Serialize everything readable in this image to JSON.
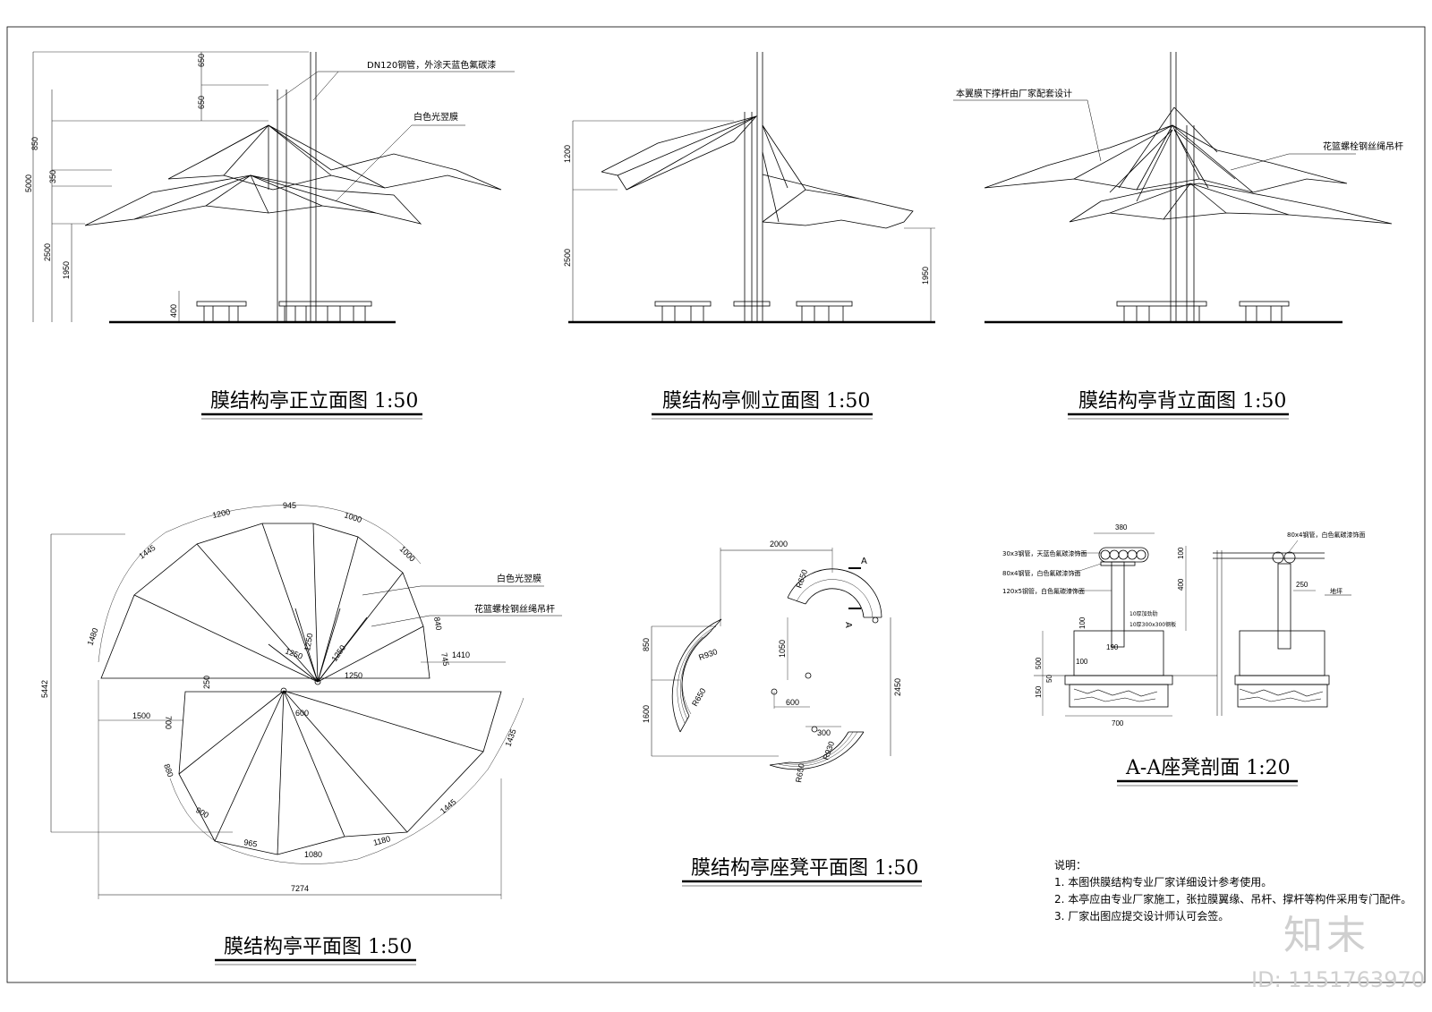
{
  "titles": {
    "front": "膜结构亭正立面图   1:50",
    "side": "膜结构亭侧立面图   1:50",
    "back": "膜结构亭背立面图   1:50",
    "plan": "膜结构亭平面图   1:50",
    "bench_plan": "膜结构亭座凳平面图   1:50",
    "section": "A-A座凳剖面   1:20"
  },
  "labels": {
    "steel_pipe": "DN120钢管，外涂天蓝色氟碳漆",
    "membrane": "白色光翌膜",
    "support": "本翼膜下撑杆由厂家配套设计",
    "rope": "花篮螺栓钢丝绳吊杆",
    "plan_membrane": "白色光翌膜",
    "plan_rope": "花篮螺栓钢丝绳吊杆",
    "sec_1": "30x3钢管，天蓝色氟碳漆饰面",
    "sec_2": "80x4钢管，白色氟碳漆饰面",
    "sec_3": "120x5钢管，白色氟碳漆饰面",
    "sec_4": "80x4钢管，白色氟碳漆饰面",
    "sec_5": "10厚加劲肋",
    "sec_6": "10厚300x300钢板",
    "sec_7": "地坪",
    "section_mark": "A"
  },
  "dims": {
    "front": [
      "650",
      "650",
      "850",
      "350",
      "5000",
      "2500",
      "1950",
      "400"
    ],
    "side": [
      "1200",
      "2500",
      "1950"
    ],
    "plan": [
      "1200",
      "945",
      "1000",
      "1000",
      "1445",
      "1480",
      "840",
      "745",
      "1410",
      "1250",
      "1250",
      "1250",
      "1250",
      "250",
      "1500",
      "700",
      "600",
      "880",
      "900",
      "965",
      "1080",
      "1180",
      "1445",
      "1435",
      "5442",
      "7274"
    ],
    "bench": [
      "2000",
      "850",
      "1600",
      "1050",
      "600",
      "2450",
      "300",
      "R930",
      "R930",
      "R650",
      "R650"
    ],
    "section": [
      "380",
      "100",
      "400",
      "250",
      "100",
      "190",
      "100",
      "500",
      "150",
      "50",
      "700"
    ]
  },
  "notes": {
    "heading": "说明：",
    "items": [
      "1. 本图供膜结构专业厂家详细设计参考使用。",
      "2. 本亭应由专业厂家施工，张拉膜翼缘、吊杆、撑杆等构件采用专门配件。",
      "3. 厂家出图应提交设计师认可会签。"
    ]
  },
  "watermark": {
    "logo": "知末",
    "id": "ID: 1151763970"
  }
}
